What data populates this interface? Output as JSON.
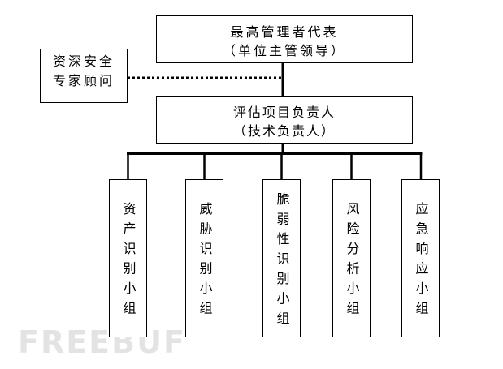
{
  "top": {
    "title": "最高管理者代表",
    "subtitle": "（单位主管领导）"
  },
  "advisor": {
    "line1": "资深安全",
    "line2": "专家顾问"
  },
  "lead": {
    "title": "评估项目负责人",
    "subtitle": "（技术负责人）"
  },
  "groups": [
    {
      "name": "资产识别小组"
    },
    {
      "name": "威胁识别小组"
    },
    {
      "name": "脆弱性识别小组"
    },
    {
      "name": "风险分析小组"
    },
    {
      "name": "应急响应小组"
    }
  ],
  "watermark": {
    "logo": "FREEBUF"
  },
  "colors": {
    "line": "#000000",
    "background": "#ffffff",
    "watermark": "#e3e3e3"
  }
}
